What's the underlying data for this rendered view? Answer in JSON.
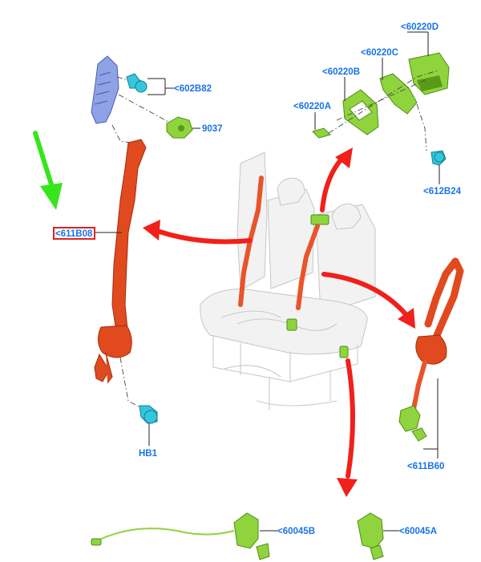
{
  "colors": {
    "callout_text": "#1a73e8",
    "selected_box": "#e02020",
    "pointer_arrow": "#35e61a",
    "flow_arrow": "#f0201a",
    "belt": "#e04a1e",
    "clip": "#8fd43c",
    "bolt": "#35c6dd",
    "rail": "#8fa2e6"
  },
  "callouts": {
    "c602B82": "<602B82",
    "c9037": "9037",
    "c611B08": "<611B08",
    "cHB1": "HB1",
    "c60220D": "<60220D",
    "c60220C": "<60220C",
    "c60220B": "<60220B",
    "c60220A": "<60220A",
    "c612B24": "<612B24",
    "c611B60": "<611B60",
    "c60045B": "<60045B",
    "c60045A": "<60045A"
  },
  "selected_callout": "<611B08"
}
